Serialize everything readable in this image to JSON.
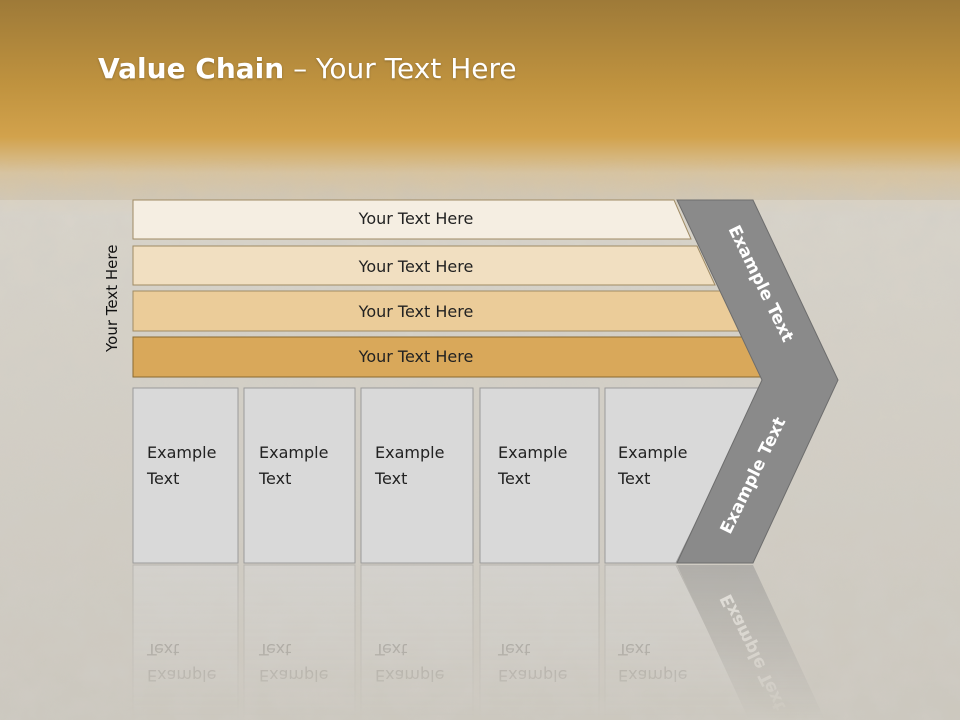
{
  "title": {
    "bold": "Value Chain",
    "rest": " – Your Text Here"
  },
  "side_label": "Your Text Here",
  "bars": [
    {
      "label": "Your Text Here",
      "color": "#f5eee2"
    },
    {
      "label": "Your Text Here",
      "color": "#f1dfc1"
    },
    {
      "label": "Your Text Here",
      "color": "#ebcc99"
    },
    {
      "label": "Your Text Here",
      "color": "#d9a85a"
    }
  ],
  "boxes": [
    {
      "line1": "Example",
      "line2": "Text"
    },
    {
      "line1": "Example",
      "line2": "Text"
    },
    {
      "line1": "Example",
      "line2": "Text"
    },
    {
      "line1": "Example",
      "line2": "Text"
    },
    {
      "line1": "Example",
      "line2": "Text"
    }
  ],
  "chevron": {
    "upper": "Example Text",
    "lower": "Example Text"
  },
  "colors": {
    "header": "#c99a45",
    "chevron": "#8a8a8a",
    "box": "#d9d9d9"
  }
}
